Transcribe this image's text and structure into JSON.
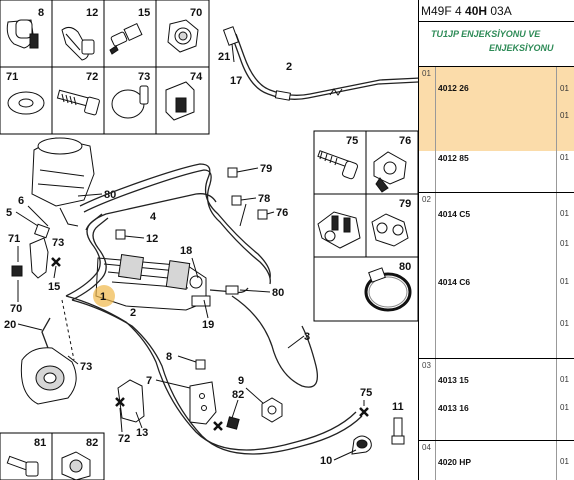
{
  "diagram": {
    "part_numbers": {
      "p1": "1",
      "p2": "2",
      "p3": "3",
      "p4": "4",
      "p5": "5",
      "p6": "6",
      "p7": "7",
      "p8": "8",
      "p9": "9",
      "p10": "10",
      "p11": "11",
      "p12": "12",
      "p13": "13",
      "p15": "15",
      "p17": "17",
      "p18": "18",
      "p19": "19",
      "p20": "20",
      "p21": "21",
      "p70": "70",
      "p71": "71",
      "p72": "72",
      "p73": "73",
      "p75": "75",
      "p76": "76",
      "p78": "78",
      "p79": "79",
      "p80": "80",
      "p81": "81",
      "p82": "82"
    },
    "legend_boxes": {
      "b8": "8",
      "b12": "12",
      "b15": "15",
      "b70": "70",
      "b71": "71",
      "b72": "72",
      "b73": "73",
      "b74": "74",
      "b75": "75",
      "b76": "76",
      "b79": "79",
      "b80": "80",
      "b81": "81",
      "b82": "82"
    }
  },
  "table": {
    "header_prefix": "M49F 4 ",
    "header_bold": "40H",
    "header_suffix": " 03A",
    "subtitle_1": "TU1JP ENJEKSİYONU VE",
    "subtitle_2": "ENJEKSİYONU",
    "groups": [
      {
        "num": "01",
        "rows": [
          {
            "ref": "4012 26",
            "qty": "01"
          },
          {
            "ref": "",
            "qty": "01"
          },
          {
            "ref": "4012 85",
            "qty": "01"
          }
        ]
      },
      {
        "num": "02",
        "rows": [
          {
            "ref": "4014 C5",
            "qty": "01"
          },
          {
            "ref": "",
            "qty": "01"
          },
          {
            "ref": "4014 C6",
            "qty": "01"
          },
          {
            "ref": "",
            "qty": "01"
          }
        ]
      },
      {
        "num": "03",
        "rows": [
          {
            "ref": "4013 15",
            "qty": "01"
          },
          {
            "ref": "4013 16",
            "qty": "01"
          }
        ]
      },
      {
        "num": "04",
        "rows": [
          {
            "ref": "4020 HP",
            "qty": "01"
          }
        ]
      }
    ],
    "highlight_color": "#fbdcaa"
  }
}
